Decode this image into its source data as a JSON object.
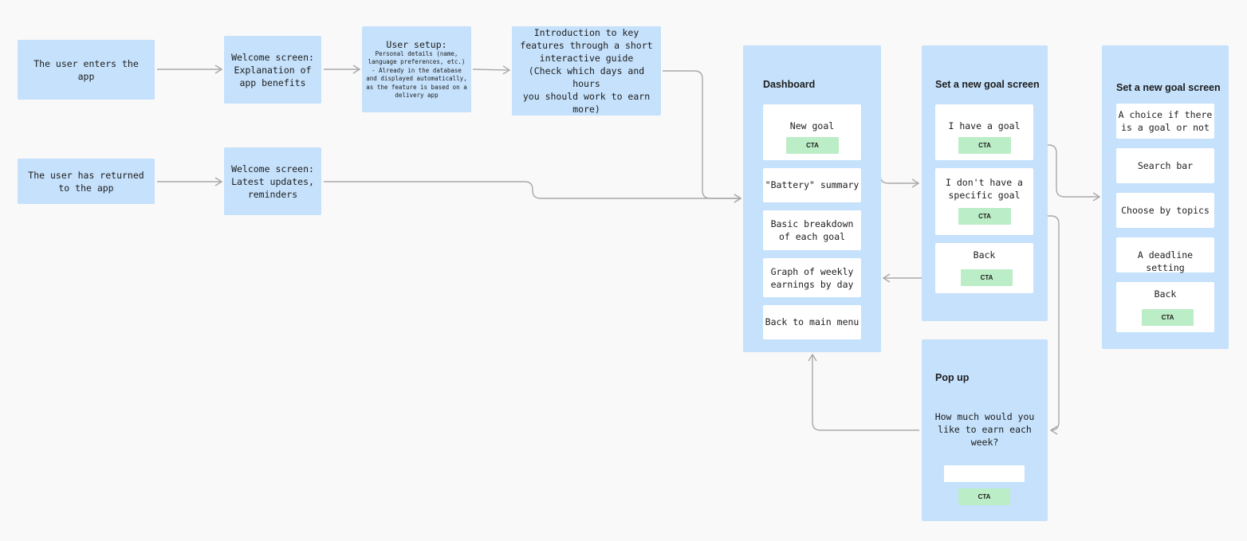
{
  "flow": {
    "enter_app": "The user enters the app",
    "welcome_benefits": "Welcome screen:\nExplanation of\napp benefits",
    "user_setup_title": "User setup:",
    "user_setup_details": "Personal details (name,\nlanguage preferences, etc.)\n- Already in the database\nand displayed automatically,\nas the feature is based on a\ndelivery app",
    "intro_guide": "Introduction to key\nfeatures through a short\ninteractive guide\n(Check which days and hours\nyou should work to earn\nmore)",
    "returned": "The user has returned\nto the app",
    "welcome_updates": "Welcome screen:\nLatest updates,\nreminders"
  },
  "dashboard": {
    "title": "Dashboard",
    "new_goal": "New goal",
    "new_goal_cta": "CTA",
    "battery": "\"Battery\" summary",
    "breakdown": "Basic breakdown\nof each goal",
    "graph": "Graph of weekly\nearnings by day",
    "back_main": "Back to main menu"
  },
  "set_goal": {
    "title": "Set a new goal screen",
    "have_goal": "I have a goal",
    "have_goal_cta": "CTA",
    "no_goal": "I don't have a\nspecific goal",
    "no_goal_cta": "CTA",
    "back": "Back",
    "back_cta": "CTA"
  },
  "set_goal_2": {
    "title": "Set a new goal screen",
    "choice": "A choice if there\nis a goal or not",
    "search": "Search bar",
    "topics": "Choose by topics",
    "deadline": "A deadline setting",
    "back": "Back",
    "back_cta": "CTA"
  },
  "popup": {
    "title": "Pop up",
    "question": "How much would you\nlike to earn each\nweek?",
    "input_value": "",
    "cta": "CTA"
  },
  "colors": {
    "box": "#c5e1fb",
    "card": "#ffffff",
    "cta": "#bbedc6",
    "arrow": "#a9a9a9",
    "background": "#f9f9f9"
  }
}
